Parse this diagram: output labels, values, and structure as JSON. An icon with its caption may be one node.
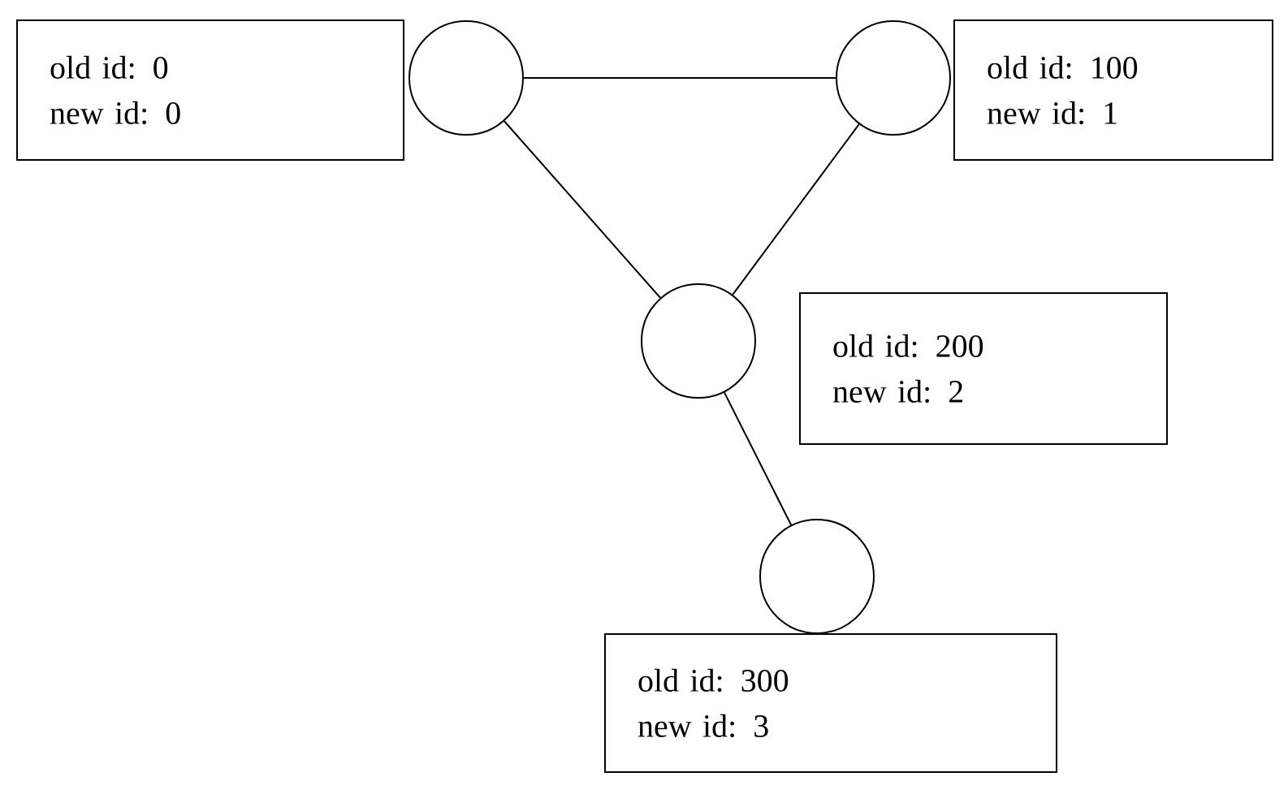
{
  "diagram": {
    "nodes": [
      {
        "text": [
          "old id: 0",
          "new id: 0"
        ]
      },
      {
        "text": [],
        "shape": "circle"
      },
      {
        "text": [],
        "shape": "circle"
      },
      {
        "text": [
          "old id: 100",
          "new id: 1"
        ]
      },
      {
        "text": [],
        "shape": "circle"
      },
      {
        "text": [
          "old id: 200",
          "new id: 2"
        ]
      },
      {
        "text": [],
        "shape": "circle"
      },
      {
        "text": [
          "old id: 300",
          "new id: 3"
        ]
      }
    ],
    "edges": [
      {
        "from": 1,
        "to": 2,
        "arrow": "none"
      },
      {
        "from": 1,
        "to": 4,
        "arrow": "none"
      },
      {
        "from": 2,
        "to": 4,
        "arrow": "none"
      },
      {
        "from": 4,
        "to": 6,
        "arrow": "none"
      }
    ]
  }
}
